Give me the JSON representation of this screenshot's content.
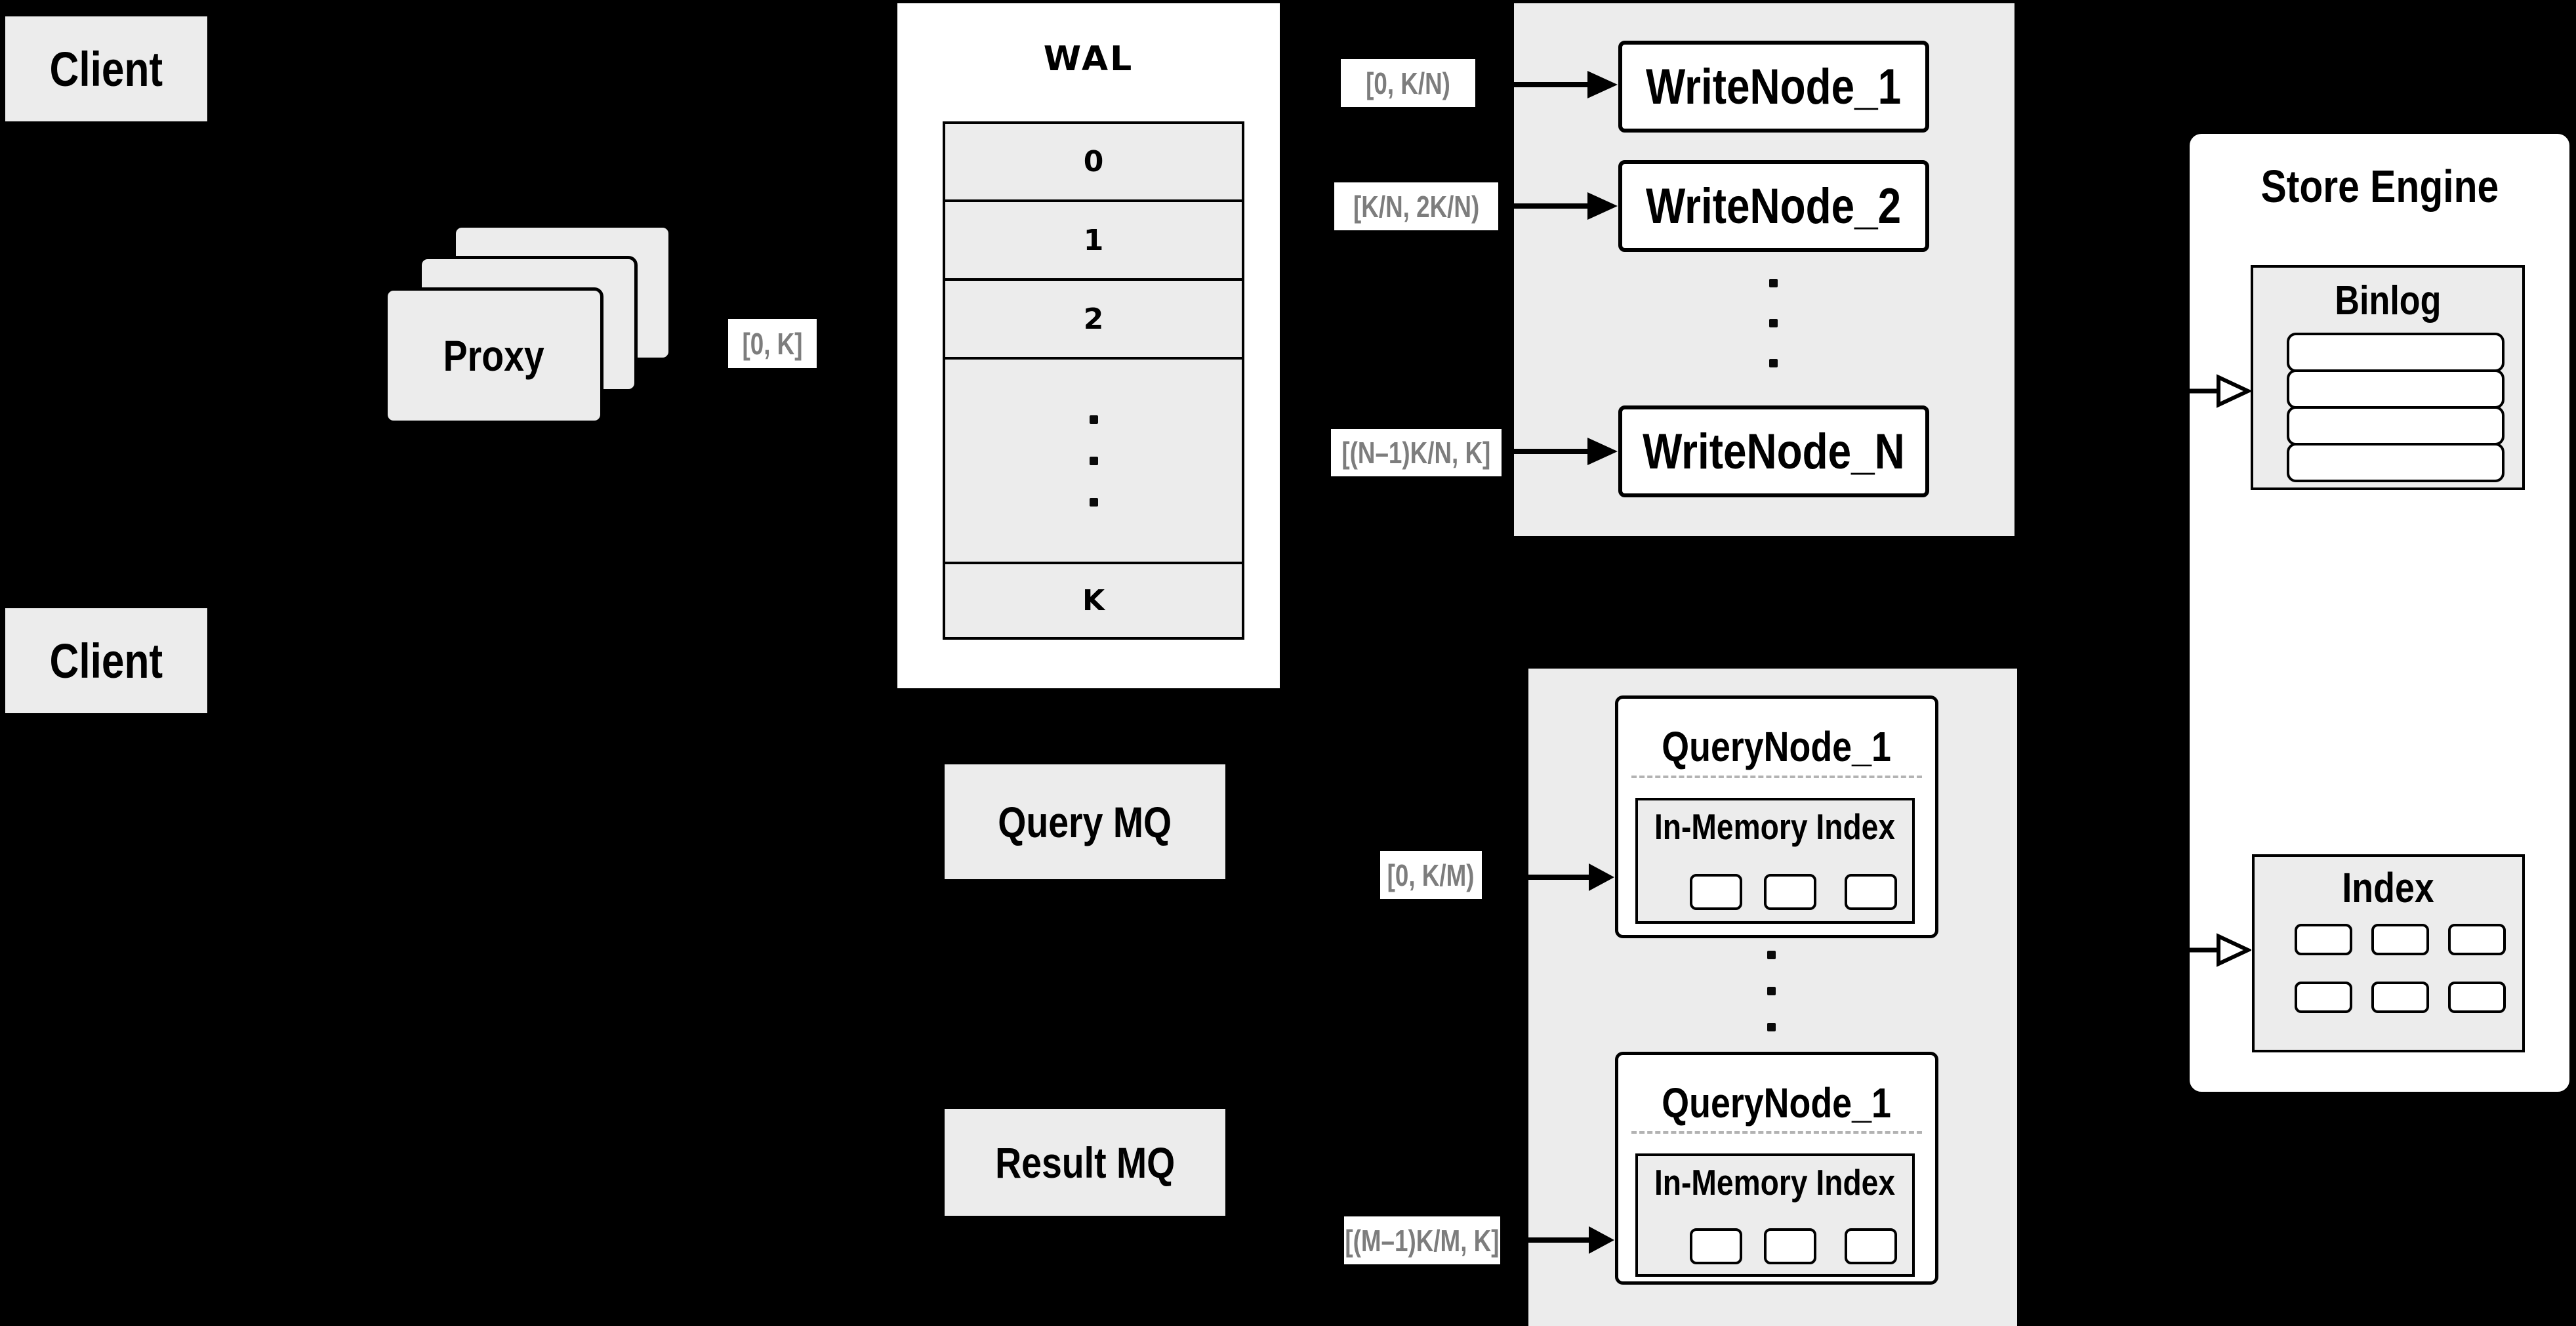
{
  "palette": {
    "background": "#000000",
    "panel_gray": "#ececec",
    "box_white": "#ffffff",
    "line_black": "#000000",
    "chip_text_gray": "#7d7d7d",
    "dash_gray": "#b3b3b3"
  },
  "clients": {
    "top": "Client",
    "bottom": "Client"
  },
  "proxy": {
    "label": "Proxy",
    "range_chip": "[0, K]"
  },
  "wal": {
    "title": "WAL",
    "rows": [
      "0",
      "1",
      "2",
      "K"
    ]
  },
  "write_group": {
    "chips": [
      "[0, K/N)",
      "[K/N, 2K/N)",
      "[(N–1)K/N, K]"
    ],
    "nodes": [
      "WriteNode_1",
      "WriteNode_2",
      "WriteNode_N"
    ]
  },
  "query_group": {
    "chips": [
      "[0, K/M)",
      "[(M–1)K/M, K]"
    ],
    "nodes": [
      {
        "title": "QueryNode_1",
        "subtitle": "In-Memory Index"
      },
      {
        "title": "QueryNode_1",
        "subtitle": "In-Memory Index"
      }
    ]
  },
  "mq": {
    "query": "Query MQ",
    "result": "Result MQ"
  },
  "store_engine": {
    "title": "Store Engine",
    "binlog_title": "Binlog",
    "index_title": "Index"
  }
}
